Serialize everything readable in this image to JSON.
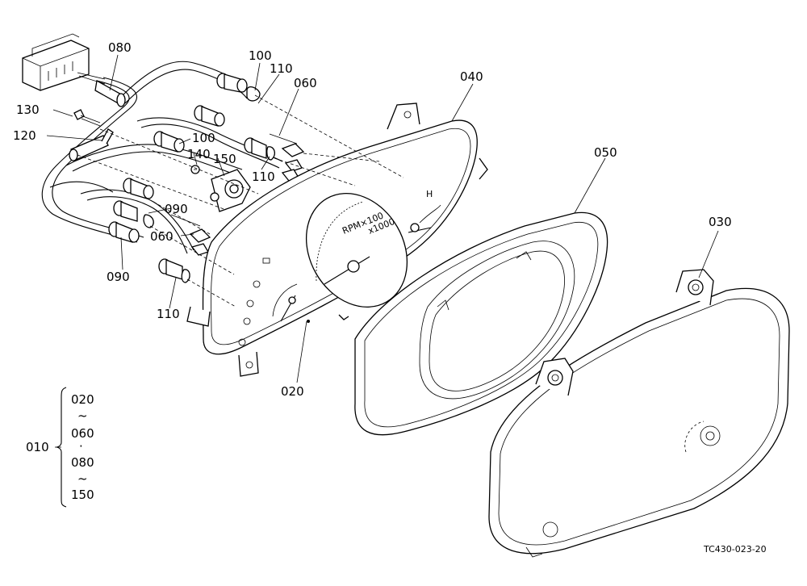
{
  "labels": {
    "p080": "080",
    "p100a": "100",
    "p110a": "110",
    "p060a": "060",
    "p040": "040",
    "p130": "130",
    "p120": "120",
    "p100b": "100",
    "p140": "140",
    "p150": "150",
    "p110b": "110",
    "p050": "050",
    "p090a": "090",
    "p060b": "060",
    "p090b": "090",
    "p110c": "110",
    "p020": "020",
    "p030": "030"
  },
  "assembly": {
    "main": "010",
    "range_lines": [
      "020",
      "~",
      "060",
      "·",
      "080",
      "~",
      "150"
    ]
  },
  "gauge_text": {
    "rpm": "RPM×100",
    "x1000": "x1000",
    "h": "H"
  },
  "figure_code": "TC430-023-20"
}
